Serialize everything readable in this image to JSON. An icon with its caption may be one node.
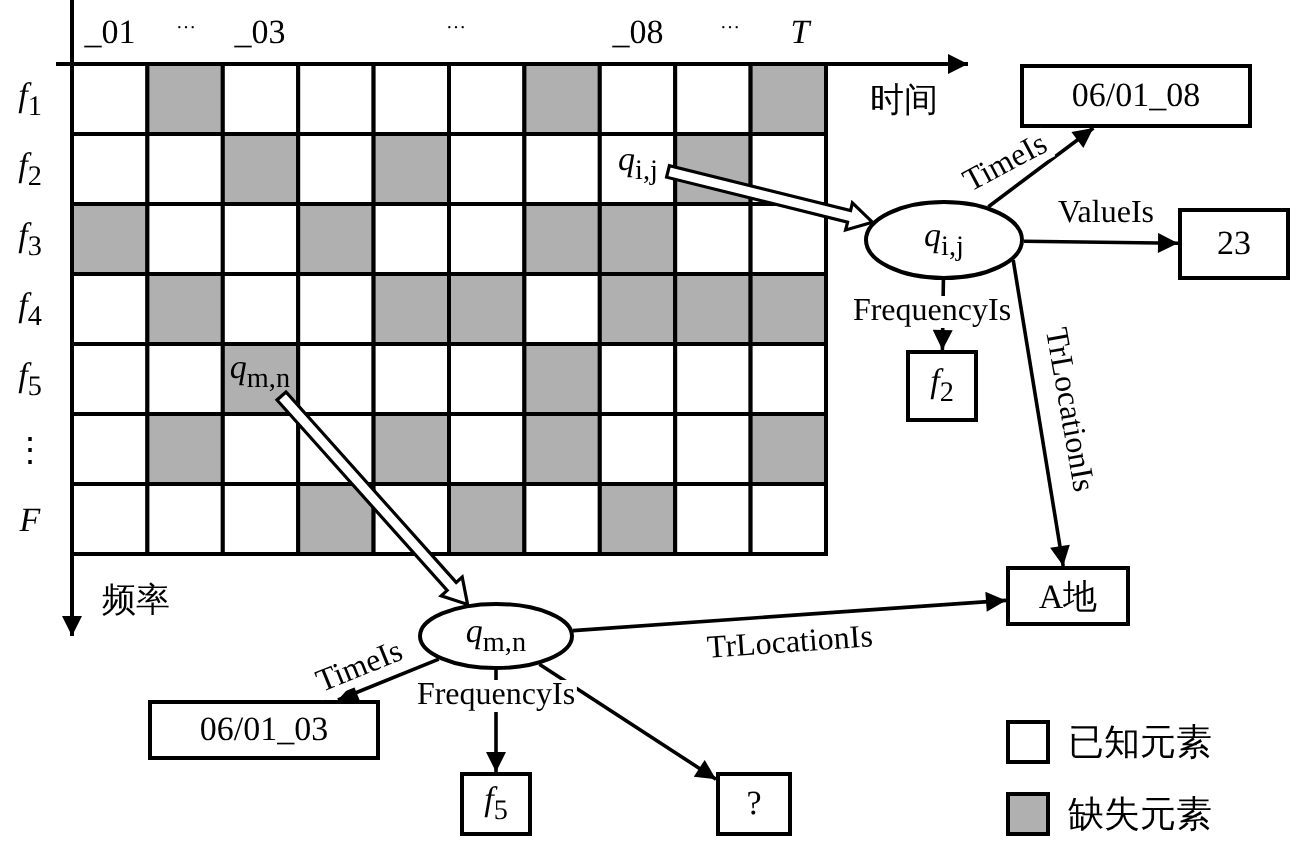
{
  "diagram": {
    "nodes": [
      {
        "text": [
          "*q*$_{i,j}$"
        ]
      },
      {
        "text": [
          "*q*$_{m,n}$"
        ]
      },
      {
        "text": [
          "*q*$_{i,j}$"
        ]
      },
      {
        "text": [
          "06/01_08"
        ]
      },
      {
        "text": [
          "23"
        ]
      },
      {
        "text": [
          "*f*$_{2}$"
        ]
      },
      {
        "text": [
          "A地"
        ]
      },
      {
        "text": [
          "*q*$_{m,n}$"
        ]
      },
      {
        "text": [
          "06/01_03"
        ]
      },
      {
        "text": [
          "*f*$_{5}$"
        ]
      },
      {
        "text": [
          "?"
        ]
      }
    ],
    "edges": [
      {
        "from": 0,
        "to": 2,
        "arrow": "to",
        "style": "thick"
      },
      {
        "from": 2,
        "to": 3,
        "arrow": "to",
        "label": "TimeIs"
      },
      {
        "from": 2,
        "to": 4,
        "arrow": "to",
        "label": "ValueIs"
      },
      {
        "from": 2,
        "to": 5,
        "arrow": "to",
        "label": "FrequencyIs"
      },
      {
        "from": 2,
        "to": 6,
        "arrow": "to",
        "label": "TrLocationIs"
      },
      {
        "from": 1,
        "to": 7,
        "arrow": "to",
        "style": "thick"
      },
      {
        "from": 7,
        "to": 8,
        "arrow": "to",
        "label": "TimeIs"
      },
      {
        "from": 7,
        "to": 9,
        "arrow": "to",
        "label": "FrequencyIs"
      },
      {
        "from": 7,
        "to": 6,
        "arrow": "to",
        "label": "TrLocationIs"
      },
      {
        "from": 7,
        "to": 10,
        "arrow": "to"
      }
    ],
    "labels": [
      "_01",
      "…",
      "_03",
      "…",
      "_08",
      "…",
      "T",
      "时间",
      "*f*$_{1}$",
      "*f*$_{2}$",
      "*f*$_{3}$",
      "*f*$_{4}$",
      "*f*$_{5}$",
      "⋮",
      "F",
      "频率"
    ],
    "legend": [
      {
        "text": "已知元素",
        "color": "#ffffff"
      },
      {
        "text": "缺失元素",
        "color": "#b0b0b0"
      }
    ]
  }
}
